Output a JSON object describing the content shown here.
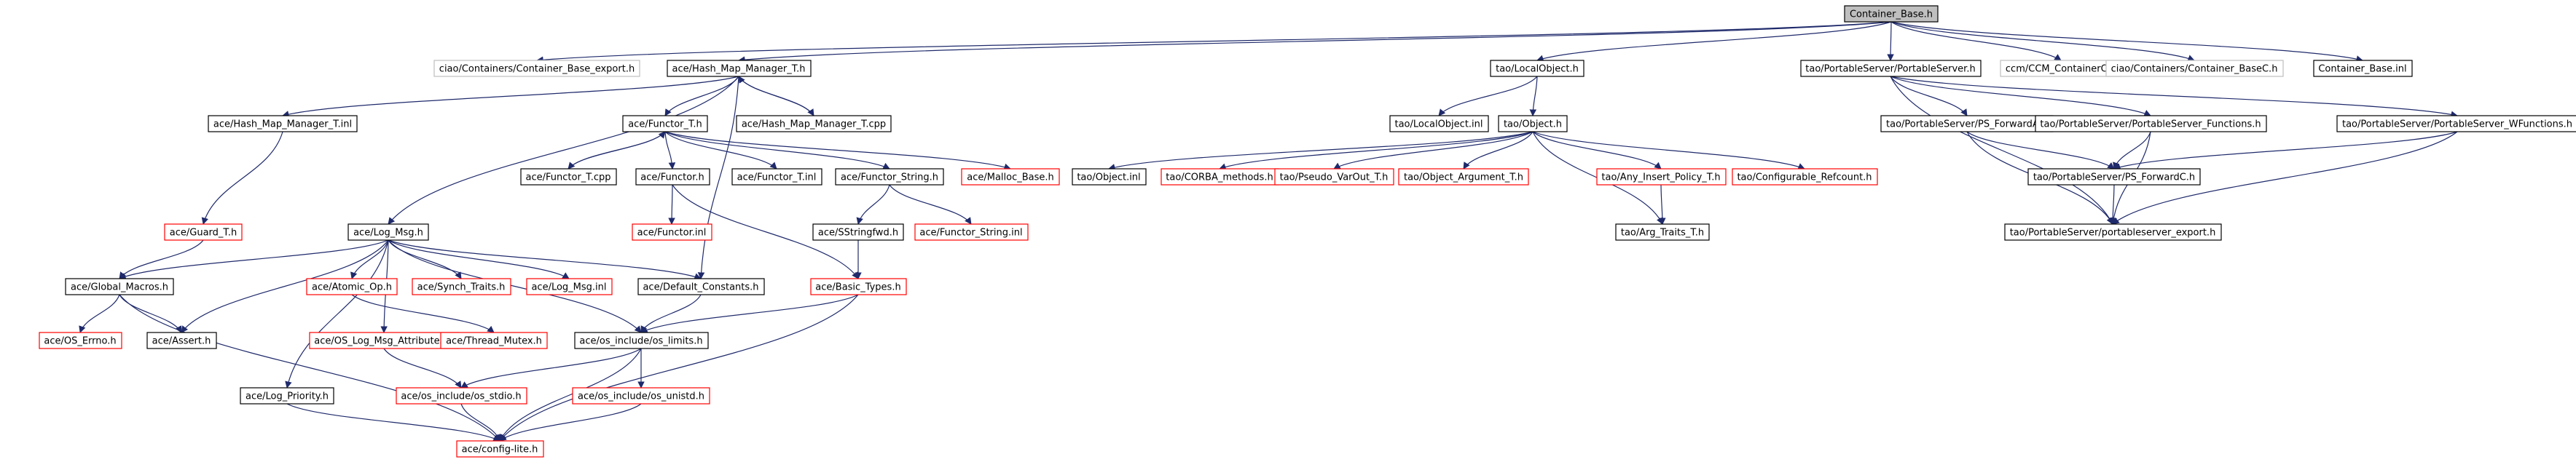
{
  "graph": {
    "nodes": [
      {
        "id": "container_base_h",
        "label": "Container_Base.h",
        "style": "root"
      },
      {
        "id": "ciao_containers_export",
        "label": "ciao/Containers/Container_Base_export.h",
        "style": "gray"
      },
      {
        "id": "hash_map_manager_t_h",
        "label": "ace/Hash_Map_Manager_T.h",
        "style": "black"
      },
      {
        "id": "tao_localobject_h",
        "label": "tao/LocalObject.h",
        "style": "black"
      },
      {
        "id": "tao_portableserver_h",
        "label": "tao/PortableServer/PortableServer.h",
        "style": "black"
      },
      {
        "id": "ccm_containerc_h",
        "label": "ccm/CCM_ContainerC.h",
        "style": "gray"
      },
      {
        "id": "ciao_containers_basec_h",
        "label": "ciao/Containers/Container_BaseC.h",
        "style": "gray"
      },
      {
        "id": "container_base_inl",
        "label": "Container_Base.inl",
        "style": "black"
      },
      {
        "id": "hash_map_manager_t_inl",
        "label": "ace/Hash_Map_Manager_T.inl",
        "style": "black"
      },
      {
        "id": "functor_t_h",
        "label": "ace/Functor_T.h",
        "style": "black"
      },
      {
        "id": "hash_map_manager_t_cpp",
        "label": "ace/Hash_Map_Manager_T.cpp",
        "style": "black"
      },
      {
        "id": "tao_localobject_inl",
        "label": "tao/LocalObject.inl",
        "style": "black"
      },
      {
        "id": "tao_object_h",
        "label": "tao/Object.h",
        "style": "black"
      },
      {
        "id": "ps_forwarda_h",
        "label": "tao/PortableServer/PS_ForwardA.h",
        "style": "black"
      },
      {
        "id": "ps_functions_h",
        "label": "tao/PortableServer/PortableServer_Functions.h",
        "style": "black"
      },
      {
        "id": "ps_wfunctions_h",
        "label": "tao/PortableServer/PortableServer_WFunctions.h",
        "style": "black"
      },
      {
        "id": "functor_t_cpp",
        "label": "ace/Functor_T.cpp",
        "style": "black"
      },
      {
        "id": "functor_h",
        "label": "ace/Functor.h",
        "style": "black"
      },
      {
        "id": "functor_t_inl",
        "label": "ace/Functor_T.inl",
        "style": "black"
      },
      {
        "id": "functor_string_h",
        "label": "ace/Functor_String.h",
        "style": "black"
      },
      {
        "id": "malloc_base_h",
        "label": "ace/Malloc_Base.h",
        "style": "red"
      },
      {
        "id": "tao_object_inl",
        "label": "tao/Object.inl",
        "style": "black"
      },
      {
        "id": "corba_methods_h",
        "label": "tao/CORBA_methods.h",
        "style": "red"
      },
      {
        "id": "pseudo_varout_t_h",
        "label": "tao/Pseudo_VarOut_T.h",
        "style": "red"
      },
      {
        "id": "object_argument_t_h",
        "label": "tao/Object_Argument_T.h",
        "style": "red"
      },
      {
        "id": "any_insert_policy_t_h",
        "label": "tao/Any_Insert_Policy_T.h",
        "style": "red"
      },
      {
        "id": "configurable_refcount_h",
        "label": "tao/Configurable_Refcount.h",
        "style": "red"
      },
      {
        "id": "ps_forwardc_h",
        "label": "tao/PortableServer/PS_ForwardC.h",
        "style": "black"
      },
      {
        "id": "guard_t_h",
        "label": "ace/Guard_T.h",
        "style": "red"
      },
      {
        "id": "functor_inl",
        "label": "ace/Functor.inl",
        "style": "red"
      },
      {
        "id": "sstringfwd_h",
        "label": "ace/SStringfwd.h",
        "style": "black"
      },
      {
        "id": "functor_string_inl",
        "label": "ace/Functor_String.inl",
        "style": "red"
      },
      {
        "id": "arg_traits_t_h",
        "label": "tao/Arg_Traits_T.h",
        "style": "black"
      },
      {
        "id": "ps_export_h",
        "label": "tao/PortableServer/portableserver_export.h",
        "style": "black"
      },
      {
        "id": "log_msg_h",
        "label": "ace/Log_Msg.h",
        "style": "black"
      },
      {
        "id": "global_macros_h",
        "label": "ace/Global_Macros.h",
        "style": "black"
      },
      {
        "id": "atomic_op_h",
        "label": "ace/Atomic_Op.h",
        "style": "red"
      },
      {
        "id": "synch_traits_h",
        "label": "ace/Synch_Traits.h",
        "style": "red"
      },
      {
        "id": "log_msg_inl",
        "label": "ace/Log_Msg.inl",
        "style": "red"
      },
      {
        "id": "default_constants_h",
        "label": "ace/Default_Constants.h",
        "style": "black"
      },
      {
        "id": "basic_types_h",
        "label": "ace/Basic_Types.h",
        "style": "red"
      },
      {
        "id": "os_errno_h",
        "label": "ace/OS_Errno.h",
        "style": "red"
      },
      {
        "id": "assert_h",
        "label": "ace/Assert.h",
        "style": "black"
      },
      {
        "id": "os_log_msg_attributes_h",
        "label": "ace/OS_Log_Msg_Attributes.h",
        "style": "red"
      },
      {
        "id": "thread_mutex_h",
        "label": "ace/Thread_Mutex.h",
        "style": "red"
      },
      {
        "id": "os_limits_h",
        "label": "ace/os_include/os_limits.h",
        "style": "black"
      },
      {
        "id": "log_priority_h",
        "label": "ace/Log_Priority.h",
        "style": "black"
      },
      {
        "id": "os_stdio_h",
        "label": "ace/os_include/os_stdio.h",
        "style": "red"
      },
      {
        "id": "os_unistd_h",
        "label": "ace/os_include/os_unistd.h",
        "style": "red"
      },
      {
        "id": "config_lite_h",
        "label": "ace/config-lite.h",
        "style": "red"
      }
    ],
    "edges": [
      [
        "container_base_h",
        "ciao_containers_export"
      ],
      [
        "container_base_h",
        "hash_map_manager_t_h"
      ],
      [
        "container_base_h",
        "tao_localobject_h"
      ],
      [
        "container_base_h",
        "tao_portableserver_h"
      ],
      [
        "container_base_h",
        "ccm_containerc_h"
      ],
      [
        "container_base_h",
        "ciao_containers_basec_h"
      ],
      [
        "container_base_h",
        "container_base_inl"
      ],
      [
        "hash_map_manager_t_h",
        "hash_map_manager_t_inl"
      ],
      [
        "hash_map_manager_t_h",
        "functor_t_h"
      ],
      [
        "hash_map_manager_t_h",
        "hash_map_manager_t_cpp"
      ],
      [
        "hash_map_manager_t_cpp",
        "hash_map_manager_t_h"
      ],
      [
        "hash_map_manager_t_h",
        "log_msg_h"
      ],
      [
        "hash_map_manager_t_h",
        "default_constants_h"
      ],
      [
        "hash_map_manager_t_inl",
        "guard_t_h"
      ],
      [
        "guard_t_h",
        "global_macros_h"
      ],
      [
        "functor_t_h",
        "functor_t_cpp"
      ],
      [
        "functor_t_cpp",
        "functor_t_h"
      ],
      [
        "functor_t_h",
        "functor_h"
      ],
      [
        "functor_t_h",
        "functor_t_inl"
      ],
      [
        "functor_t_h",
        "functor_string_h"
      ],
      [
        "functor_t_h",
        "malloc_base_h"
      ],
      [
        "functor_h",
        "functor_inl"
      ],
      [
        "functor_h",
        "basic_types_h"
      ],
      [
        "functor_string_h",
        "sstringfwd_h"
      ],
      [
        "functor_string_h",
        "functor_string_inl"
      ],
      [
        "sstringfwd_h",
        "basic_types_h"
      ],
      [
        "tao_localobject_h",
        "tao_localobject_inl"
      ],
      [
        "tao_localobject_h",
        "tao_object_h"
      ],
      [
        "tao_object_h",
        "tao_object_inl"
      ],
      [
        "tao_object_h",
        "corba_methods_h"
      ],
      [
        "tao_object_h",
        "pseudo_varout_t_h"
      ],
      [
        "tao_object_h",
        "object_argument_t_h"
      ],
      [
        "tao_object_h",
        "any_insert_policy_t_h"
      ],
      [
        "tao_object_h",
        "configurable_refcount_h"
      ],
      [
        "tao_object_h",
        "arg_traits_t_h"
      ],
      [
        "any_insert_policy_t_h",
        "arg_traits_t_h"
      ],
      [
        "tao_portableserver_h",
        "ps_forwarda_h"
      ],
      [
        "tao_portableserver_h",
        "ps_functions_h"
      ],
      [
        "tao_portableserver_h",
        "ps_wfunctions_h"
      ],
      [
        "tao_portableserver_h",
        "ps_export_h"
      ],
      [
        "ps_forwarda_h",
        "ps_forwardc_h"
      ],
      [
        "ps_forwarda_h",
        "ps_export_h"
      ],
      [
        "ps_functions_h",
        "ps_forwardc_h"
      ],
      [
        "ps_functions_h",
        "ps_export_h"
      ],
      [
        "ps_wfunctions_h",
        "ps_forwardc_h"
      ],
      [
        "ps_wfunctions_h",
        "ps_export_h"
      ],
      [
        "ps_forwardc_h",
        "ps_export_h"
      ],
      [
        "log_msg_h",
        "global_macros_h"
      ],
      [
        "log_msg_h",
        "atomic_op_h"
      ],
      [
        "log_msg_h",
        "synch_traits_h"
      ],
      [
        "log_msg_h",
        "log_msg_inl"
      ],
      [
        "log_msg_h",
        "default_constants_h"
      ],
      [
        "log_msg_h",
        "assert_h"
      ],
      [
        "log_msg_h",
        "os_log_msg_attributes_h"
      ],
      [
        "log_msg_h",
        "os_limits_h"
      ],
      [
        "log_msg_h",
        "log_priority_h"
      ],
      [
        "atomic_op_h",
        "thread_mutex_h"
      ],
      [
        "os_log_msg_attributes_h",
        "os_stdio_h"
      ],
      [
        "global_macros_h",
        "os_errno_h"
      ],
      [
        "global_macros_h",
        "assert_h"
      ],
      [
        "global_macros_h",
        "config_lite_h"
      ],
      [
        "default_constants_h",
        "os_limits_h"
      ],
      [
        "basic_types_h",
        "os_limits_h"
      ],
      [
        "basic_types_h",
        "config_lite_h"
      ],
      [
        "os_limits_h",
        "os_stdio_h"
      ],
      [
        "os_limits_h",
        "os_unistd_h"
      ],
      [
        "os_limits_h",
        "config_lite_h"
      ],
      [
        "log_priority_h",
        "config_lite_h"
      ],
      [
        "os_stdio_h",
        "config_lite_h"
      ],
      [
        "os_unistd_h",
        "config_lite_h"
      ]
    ]
  },
  "colors": {
    "edge": "#1f2a6b",
    "box_black": "#000000",
    "box_red": "#ff0000",
    "box_gray": "#bfbfbf",
    "root_fill": "#bfbfbf"
  }
}
